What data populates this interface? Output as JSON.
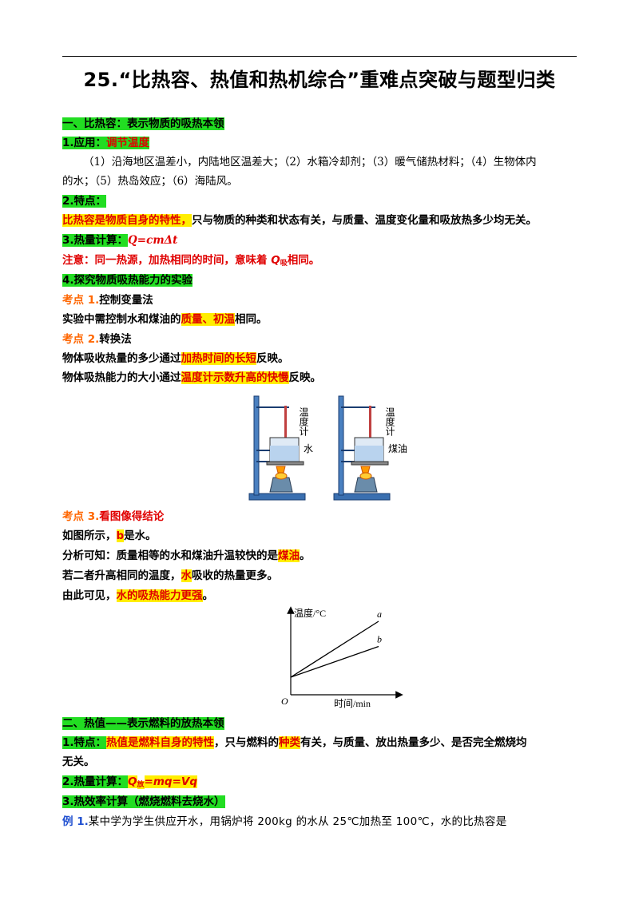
{
  "title": "25.“比热容、热值和热机综合”重难点突破与题型归类",
  "s1": {
    "heading": "一、比热容：表示物质的吸热本领",
    "app_label": "1.应用：",
    "app_hl": "调节温度",
    "app_line1": "（1）沿海地区温差小，内陆地区温差大；（2）水箱冷却剂；（3）暖气储热材料；（4）生物体内",
    "app_line2": "的水；（5）热岛效应；（6）海陆风。",
    "feat_label": "2.特点：",
    "feat_hl": "比热容是物质自身的特性，",
    "feat_rest": "只与物质的种类和状态有关，与质量、温度变化量和吸放热多少均无关。",
    "calc_label": "3.热量计算：",
    "calc_formula": "Q=cmΔt",
    "note_a": "注意：同一热源，加热相同的时间，意味着",
    "note_q": "Q",
    "note_sub": "吸",
    "note_b": "相同。",
    "exp_heading": "4.探究物质吸热能力的实验",
    "kp1_label": "考点 1.",
    "kp1_title": "控制变量法",
    "kp1_text_a": "实验中需控制水和煤油的",
    "kp1_hl": "质量、初温",
    "kp1_text_b": "相同。",
    "kp2_label": "考点 2.",
    "kp2_title": "转换法",
    "kp2_l1a": "物体吸收热量的多少通过",
    "kp2_l1hl": "加热时间的长短",
    "kp2_l1b": "反映。",
    "kp2_l2a": "物体吸热能力的大小通过",
    "kp2_l2hl": "温度计示数升高的快慢",
    "kp2_l2b": "反映。",
    "kp3_label": "考点 3.",
    "kp3_title": "看图像得结论",
    "kp3_l1a": "如图所示，",
    "kp3_l1hl": "b",
    "kp3_l1b": "是水。",
    "kp3_l2a": "分析可知：质量相等的水和煤油升温较快的是",
    "kp3_l2hl": "煤油",
    "kp3_l2b": "。",
    "kp3_l3a": "若二者升高相同的温度，",
    "kp3_l3hl": "水",
    "kp3_l3b": "吸收的热量更多。",
    "kp3_l4a": "由此可见，",
    "kp3_l4hl": "水的吸热能力更强",
    "kp3_l4b": "。"
  },
  "apparatus": {
    "thermo": "温度计",
    "water": "水",
    "oil": "煤油"
  },
  "chart_data": {
    "type": "line",
    "xlabel": "时间/min",
    "ylabel": "温度/°C",
    "origin_label": "O",
    "series": [
      {
        "name": "a",
        "x": [
          0,
          1
        ],
        "y": [
          0,
          1.0
        ]
      },
      {
        "name": "b",
        "x": [
          0,
          1
        ],
        "y": [
          0,
          0.55
        ]
      }
    ],
    "grid": false
  },
  "s2": {
    "heading": "二、热值——表示燃料的放热本领",
    "feat_label": "1.特点：",
    "feat_hl": "热值是燃料自身的特性",
    "feat_a": "，只与燃料的",
    "feat_hl2": "种类",
    "feat_b": "有关，与质量、放出热量多少、是否完全燃烧均",
    "feat_line2": "无关。",
    "calc_label": "2.热量计算：",
    "calc_q": "Q",
    "calc_sub": "放",
    "calc_rest": "=mq=Vq",
    "eff_heading": "3.热效率计算（燃烧燃料去烧水）",
    "ex_label": "例 1.",
    "ex_text": "某中学为学生供应开水，用锅炉将 200kg 的水从 25℃加热至 100℃，水的比热容是"
  }
}
